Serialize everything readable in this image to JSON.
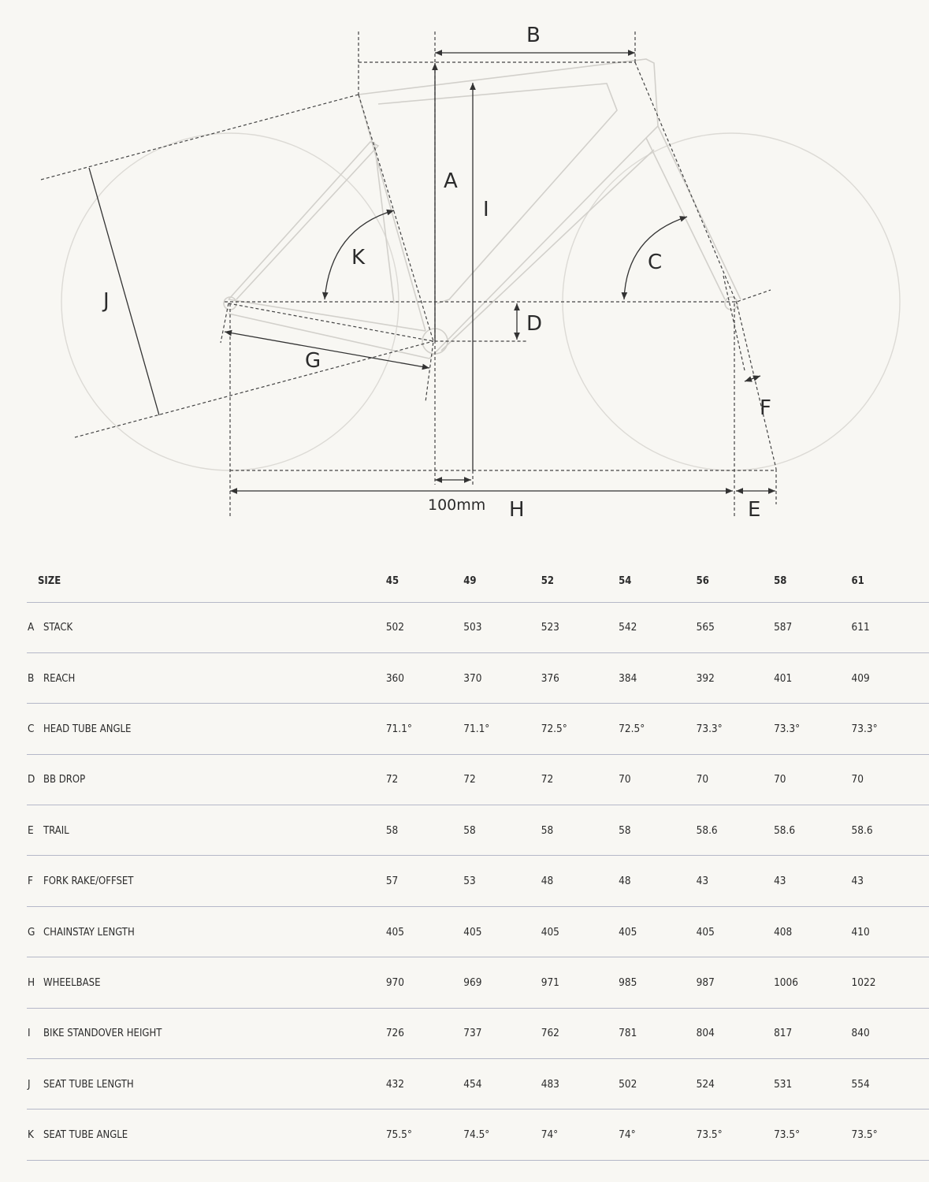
{
  "diagram": {
    "labels": {
      "A": "A",
      "B": "B",
      "C": "C",
      "D": "D",
      "E": "E",
      "F": "F",
      "G": "G",
      "H": "H",
      "I": "I",
      "J": "J",
      "K": "K"
    },
    "offset_label": "100mm"
  },
  "table": {
    "size_header": "SIZE",
    "sizes": [
      "45",
      "49",
      "52",
      "54",
      "56",
      "58",
      "61"
    ],
    "rows": [
      {
        "letter": "A",
        "name": "STACK",
        "values": [
          "502",
          "503",
          "523",
          "542",
          "565",
          "587",
          "611"
        ]
      },
      {
        "letter": "B",
        "name": "REACH",
        "values": [
          "360",
          "370",
          "376",
          "384",
          "392",
          "401",
          "409"
        ]
      },
      {
        "letter": "C",
        "name": "HEAD TUBE ANGLE",
        "values": [
          "71.1°",
          "71.1°",
          "72.5°",
          "72.5°",
          "73.3°",
          "73.3°",
          "73.3°"
        ]
      },
      {
        "letter": "D",
        "name": "BB DROP",
        "values": [
          "72",
          "72",
          "72",
          "70",
          "70",
          "70",
          "70"
        ]
      },
      {
        "letter": "E",
        "name": "TRAIL",
        "values": [
          "58",
          "58",
          "58",
          "58",
          "58.6",
          "58.6",
          "58.6"
        ]
      },
      {
        "letter": "F",
        "name": "FORK RAKE/OFFSET",
        "values": [
          "57",
          "53",
          "48",
          "48",
          "43",
          "43",
          "43"
        ]
      },
      {
        "letter": "G",
        "name": "CHAINSTAY LENGTH",
        "values": [
          "405",
          "405",
          "405",
          "405",
          "405",
          "408",
          "410"
        ]
      },
      {
        "letter": "H",
        "name": "WHEELBASE",
        "values": [
          "970",
          "969",
          "971",
          "985",
          "987",
          "1006",
          "1022"
        ]
      },
      {
        "letter": "I",
        "name": "BIKE STANDOVER HEIGHT",
        "values": [
          "726",
          "737",
          "762",
          "781",
          "804",
          "817",
          "840"
        ]
      },
      {
        "letter": "J",
        "name": "SEAT TUBE LENGTH",
        "values": [
          "432",
          "454",
          "483",
          "502",
          "524",
          "531",
          "554"
        ]
      },
      {
        "letter": "K",
        "name": "SEAT TUBE ANGLE",
        "values": [
          "75.5°",
          "74.5°",
          "74°",
          "74°",
          "73.5°",
          "73.5°",
          "73.5°"
        ]
      }
    ]
  }
}
